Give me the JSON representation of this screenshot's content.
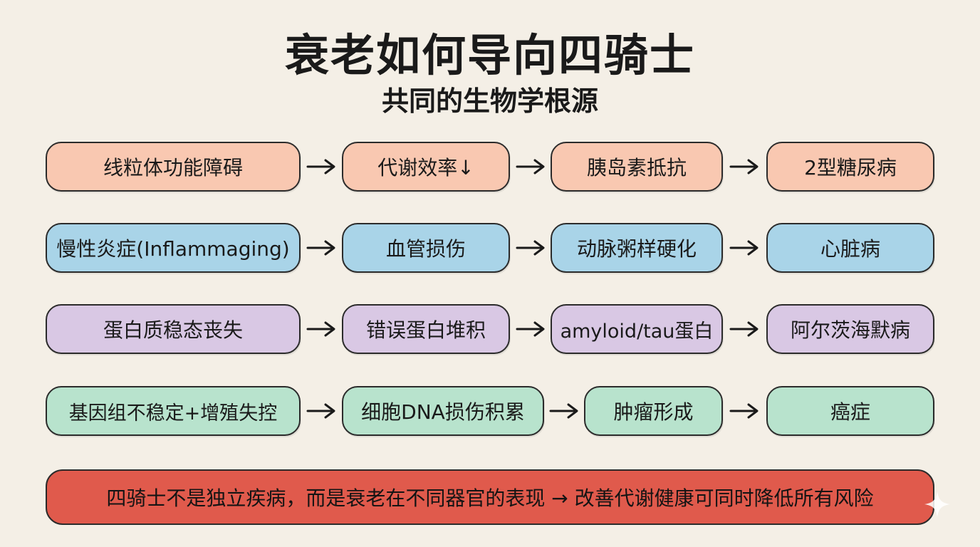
{
  "header": {
    "title": "衰老如何导向四骑士",
    "subtitle": "共同的生物学根源"
  },
  "colors": {
    "orange": "#f9c8b1",
    "blue": "#a9d4e8",
    "purple": "#d9c8e4",
    "green": "#b8e3cd",
    "summary": "#e05a4c",
    "background": "#f4efe6"
  },
  "rows": [
    {
      "color": "orange",
      "nodes": [
        "线粒体功能障碍",
        "代谢效率↓",
        "胰岛素抵抗",
        "2型糖尿病"
      ]
    },
    {
      "color": "blue",
      "nodes": [
        "慢性炎症(Inflammaging)",
        "血管损伤",
        "动脉粥样硬化",
        "心脏病"
      ]
    },
    {
      "color": "purple",
      "nodes": [
        "蛋白质稳态丧失",
        "错误蛋白堆积",
        "amyloid/tau蛋白",
        "阿尔茨海默病"
      ]
    },
    {
      "color": "green",
      "nodes": [
        "基因组不稳定+增殖失控",
        "细胞DNA损伤积累",
        "肿瘤形成",
        "癌症"
      ]
    }
  ],
  "summary": "四骑士不是独立疾病，而是衰老在不同器官的表现 → 改善代谢健康可同时降低所有风险",
  "icons": {
    "arrow": "right-arrow-icon",
    "corner": "sparkle-icon"
  }
}
